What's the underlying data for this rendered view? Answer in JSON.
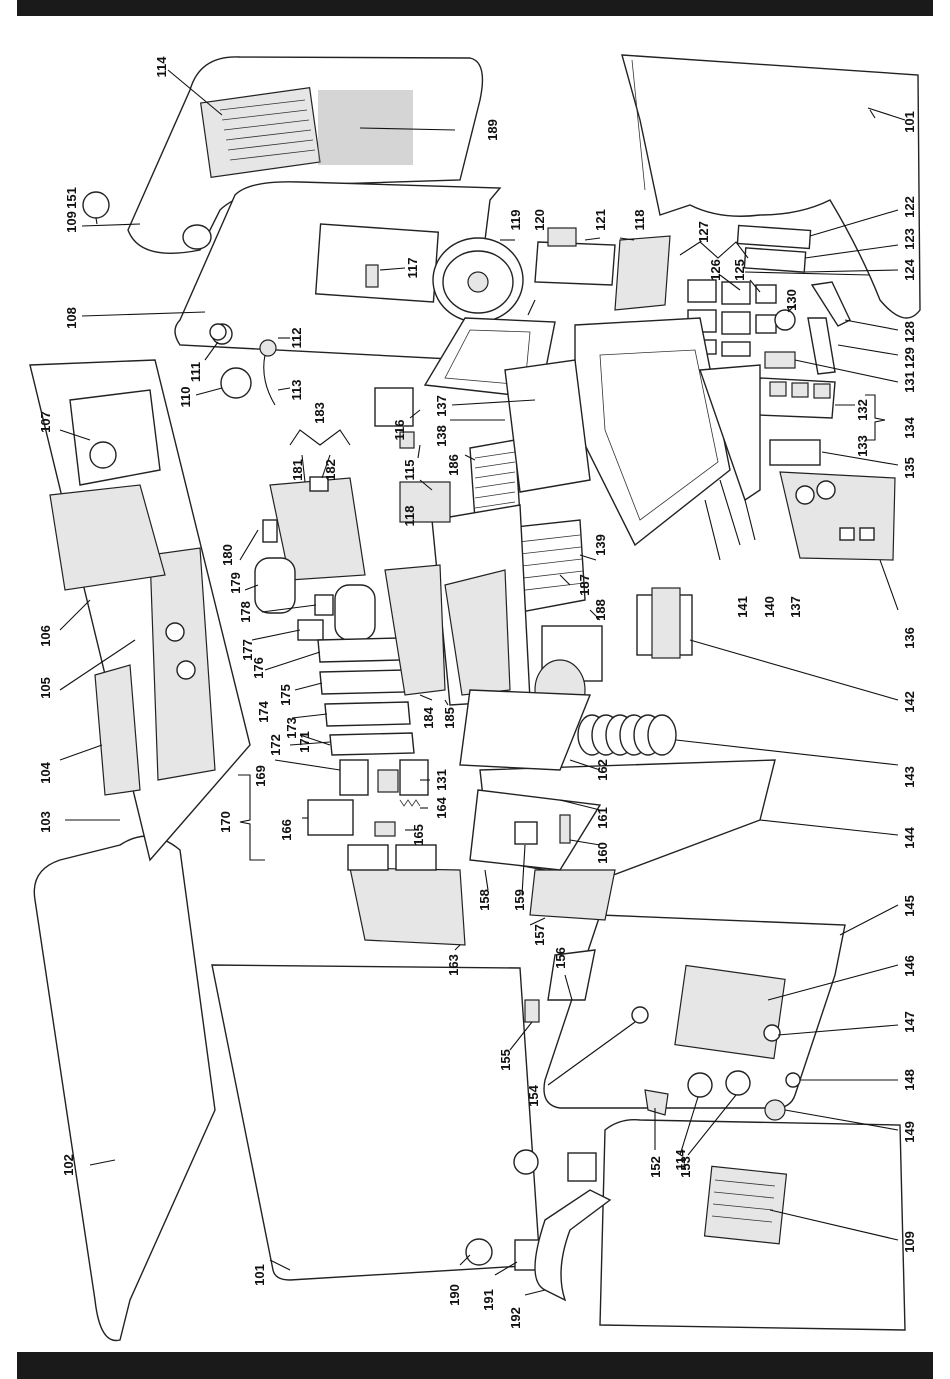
{
  "labels": {
    "l101a": "101",
    "l101b": "101",
    "l102": "102",
    "l103": "103",
    "l104": "104",
    "l105": "105",
    "l106": "106",
    "l107": "107",
    "l108": "108",
    "l109a": "109",
    "l109b": "109",
    "l110": "110",
    "l111": "111",
    "l112": "112",
    "l113": "113",
    "l114a": "114",
    "l114b": "114",
    "l115": "115",
    "l116": "116",
    "l117": "117",
    "l118a": "118",
    "l118b": "118",
    "l119": "119",
    "l120": "120",
    "l121": "121",
    "l122": "122",
    "l123": "123",
    "l124": "124",
    "l125": "125",
    "l126": "126",
    "l127": "127",
    "l128": "128",
    "l129": "129",
    "l130": "130",
    "l131a": "131",
    "l131b": "131",
    "l132": "132",
    "l133": "133",
    "l134": "134",
    "l135": "135",
    "l136": "136",
    "l137a": "137",
    "l137b": "137",
    "l138": "138",
    "l139": "139",
    "l140": "140",
    "l141": "141",
    "l142": "142",
    "l143": "143",
    "l144": "144",
    "l145": "145",
    "l146": "146",
    "l147": "147",
    "l148": "148",
    "l149": "149",
    "l151": "151",
    "l152": "152",
    "l153": "153",
    "l154": "154",
    "l155": "155",
    "l156": "156",
    "l157": "157",
    "l158": "158",
    "l159": "159",
    "l160": "160",
    "l161": "161",
    "l162": "162",
    "l163": "163",
    "l164": "164",
    "l165": "165",
    "l166": "166",
    "l169": "169",
    "l170": "170",
    "l171": "171",
    "l172": "172",
    "l173": "173",
    "l174": "174",
    "l175": "175",
    "l176": "176",
    "l177": "177",
    "l178": "178",
    "l179": "179",
    "l180": "180",
    "l181": "181",
    "l182": "182",
    "l183": "183",
    "l184": "184",
    "l185": "185",
    "l186": "186",
    "l187": "187",
    "l188": "188",
    "l189": "189",
    "l190": "190",
    "l191": "191",
    "l192": "192"
  },
  "colors": {
    "bar": "#1a1a1a",
    "ink": "#111111",
    "paper": "#ffffff"
  }
}
